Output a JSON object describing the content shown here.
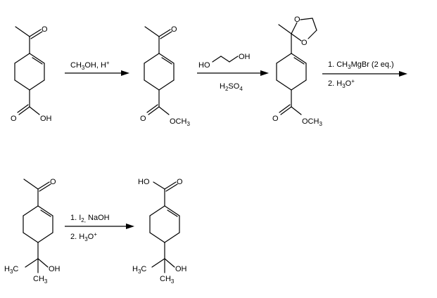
{
  "atoms": {
    "O": "O",
    "OH": "OH",
    "HO": "HO",
    "OCH": "OCH",
    "CH": "CH",
    "H": "H",
    "C": "C",
    "three": "3"
  },
  "reactions": [
    {
      "line1": {
        "main": "CH",
        "sub": "3",
        "rest": "OH, H",
        "sup": "+"
      }
    },
    {
      "line1_left": "HO",
      "line1_right": "OH",
      "line2": {
        "main": "H",
        "sub": "2",
        "rest": "SO",
        "sub2": "4"
      }
    },
    {
      "line1": "1. CH",
      "line1_sub": "3",
      "line1_rest": "MgBr (2 eq.)",
      "line2": "2. H",
      "line2_sub": "3",
      "line2_rest": "O",
      "line2_sup": "+"
    },
    {
      "line1": "1. I",
      "line1_sub": "2,",
      "line1_rest": " NaOH",
      "line2": "2. H",
      "line2_sub": "3",
      "line2_rest": "O",
      "line2_sup": "+"
    }
  ]
}
